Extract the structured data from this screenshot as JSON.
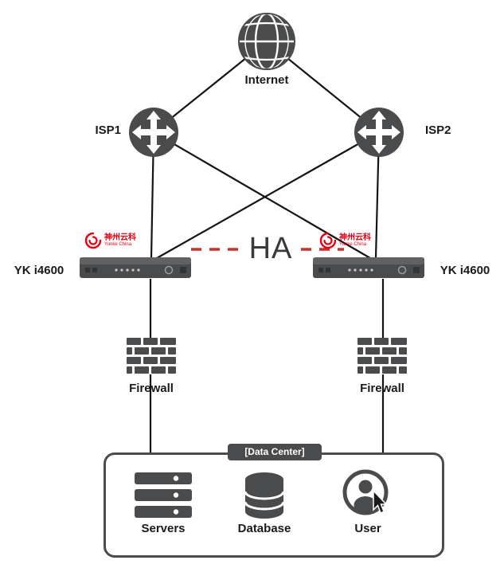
{
  "diagram": {
    "internet": {
      "label": "Internet"
    },
    "isp1": {
      "label": "ISP1"
    },
    "isp2": {
      "label": "ISP2"
    },
    "brand": {
      "cn": "神州云科",
      "en": "Yunke China"
    },
    "device_left": {
      "label": "YK i4600"
    },
    "device_right": {
      "label": "YK i4600"
    },
    "ha": {
      "label": "HA"
    },
    "firewall_left": {
      "label": "Firewall"
    },
    "firewall_right": {
      "label": "Firewall"
    },
    "datacenter": {
      "label": "[Data Center]",
      "items": [
        {
          "label": "Servers"
        },
        {
          "label": "Database"
        },
        {
          "label": "User"
        }
      ]
    },
    "colors": {
      "icon_gray": "#4a4b4d",
      "line_black": "#141414",
      "brand_red": "#e60012",
      "ha_red": "#c9302c",
      "text": "#1a1a1a"
    }
  }
}
